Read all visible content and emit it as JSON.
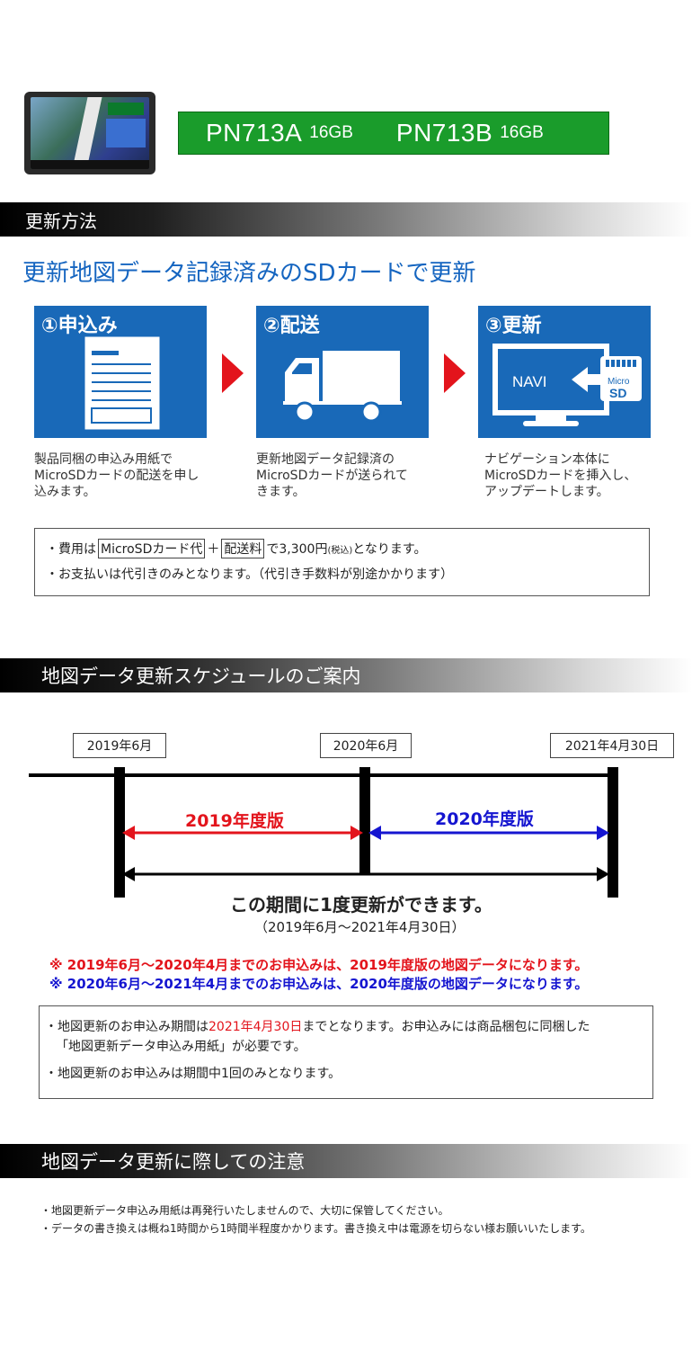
{
  "header": {
    "model_a": "PN713A",
    "model_a_capacity": "16GB",
    "model_b": "PN713B",
    "model_b_capacity": "16GB"
  },
  "section1": {
    "title": "更新方法",
    "headline": "更新地図データ記録済みのSDカードで更新",
    "steps": [
      {
        "title": "①申込み",
        "desc": [
          "製品同梱の申込み用紙で",
          "MicroSDカードの配送を申し",
          "込みます。"
        ]
      },
      {
        "title": "②配送",
        "desc": [
          "更新地図データ記録済の",
          "MicroSDカードが送られて",
          "きます。"
        ]
      },
      {
        "title": "③更新",
        "desc": [
          "ナビゲーション本体に",
          "MicroSDカードを挿入し、",
          "アップデートします。"
        ]
      }
    ],
    "navi_label": "NAVI",
    "sd_label_top": "Micro",
    "sd_label_bottom": "SD",
    "fee": {
      "prefix": "・費用は",
      "item1": "MicroSDカード代",
      "plus": "＋",
      "item2": "配送料",
      "mid": "で3,300円",
      "tax": "(税込)",
      "suffix": "となります。"
    },
    "payment": "・お支払いは代引きのみとなります。（代引き手数料が別途かかります）"
  },
  "section2": {
    "title": "地図データ更新スケジュールのご案内",
    "dates": [
      "2019年6月",
      "2020年6月",
      "2021年4月30日"
    ],
    "period1": "2019年度版",
    "period2": "2020年度版",
    "once_text": "この期間に1度更新ができます。",
    "range_text": "（2019年6月〜2021年4月30日）",
    "note1": "※ 2019年6月〜2020年4月までのお申込みは、2019年度版の地図データになります。",
    "note2": "※ 2020年6月〜2021年4月までのお申込みは、2020年度版の地図データになります。",
    "colors": {
      "red": "#e3141c",
      "blue": "#1515d0"
    },
    "info": {
      "line1_prefix": "・地図更新のお申込み期間は",
      "line1_deadline": "2021年4月30日",
      "line1_suffix": "までとなります。お申込みには商品梱包に同梱した",
      "line2": "「地図更新データ申込み用紙」が必要です。",
      "line3": "・地図更新のお申込みは期間中1回のみとなります。"
    }
  },
  "section3": {
    "title": "地図データ更新に際しての注意",
    "notes": [
      "・地図更新データ申込み用紙は再発行いたしませんので、大切に保管してください。",
      "・データの書き換えは概ね1時間から1時間半程度かかります。書き換え中は電源を切らない様お願いいたします。"
    ]
  }
}
